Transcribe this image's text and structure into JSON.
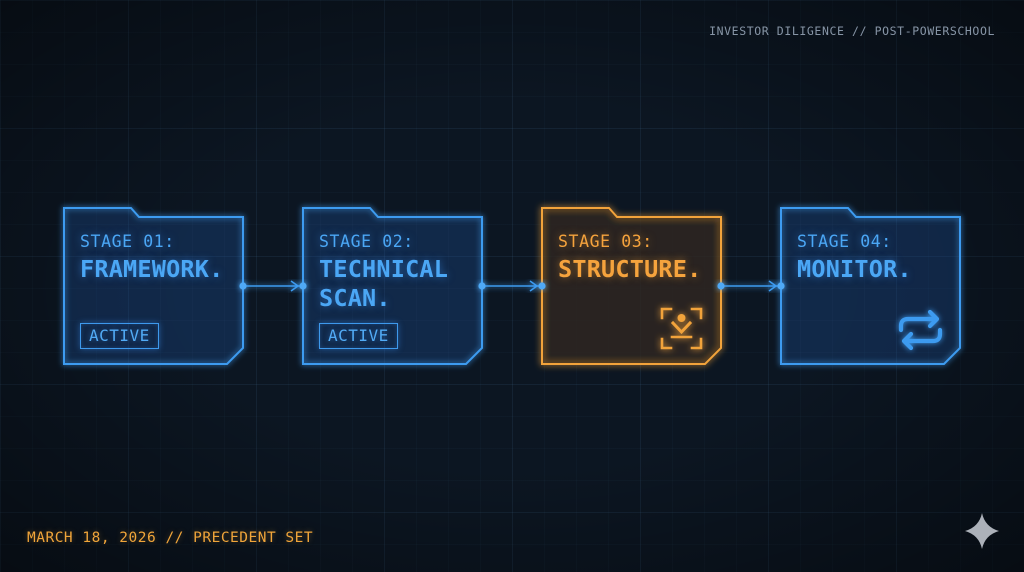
{
  "header": {
    "label": "INVESTOR DILIGENCE // POST-POWERSCHOOL"
  },
  "stages": [
    {
      "label": "STAGE 01:",
      "title_lines": [
        "FRAMEWORK."
      ],
      "badge": "ACTIVE",
      "state": "complete"
    },
    {
      "label": "STAGE 02:",
      "title_lines": [
        "TECHNICAL",
        "SCAN."
      ],
      "badge": "ACTIVE",
      "state": "complete"
    },
    {
      "label": "STAGE 03:",
      "title_lines": [
        "STRUCTURE."
      ],
      "icon": "focus-scan-icon",
      "state": "current"
    },
    {
      "label": "STAGE 04:",
      "title_lines": [
        "MONITOR."
      ],
      "icon": "refresh-cycle-icon",
      "state": "pending"
    }
  ],
  "footer": {
    "label": "MARCH 18, 2026 // PRECEDENT SET"
  },
  "colors": {
    "background": "#0c1622",
    "primary_blue": "#3d9bf0",
    "accent_orange": "#f2a33a",
    "muted_text": "#8795a6"
  }
}
